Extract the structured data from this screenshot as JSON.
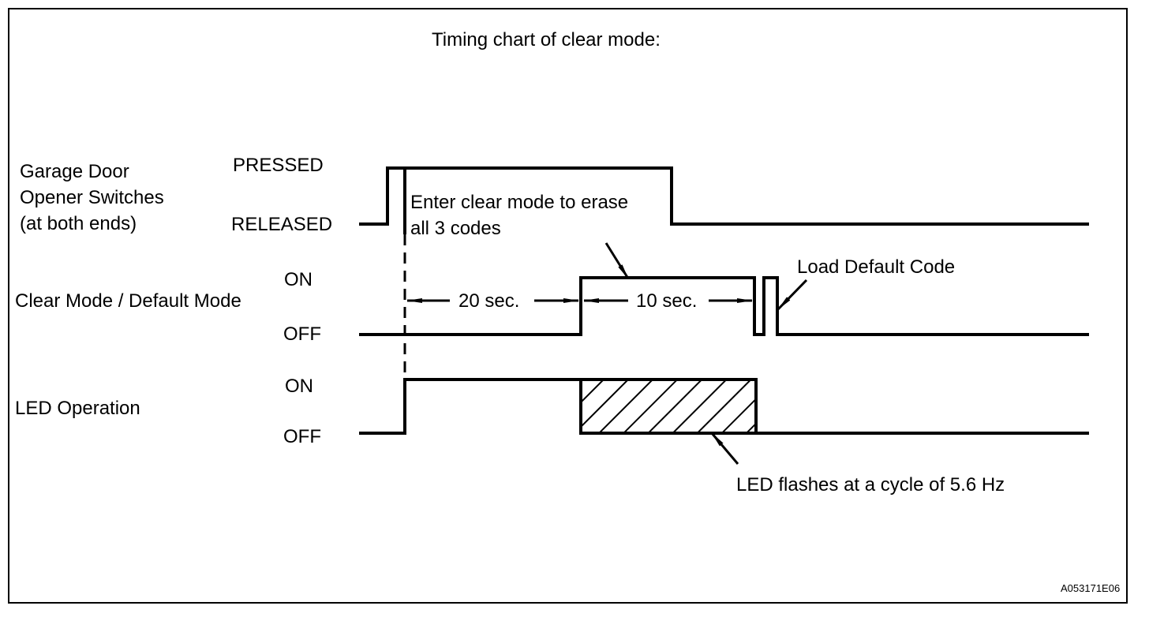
{
  "title": "Timing chart of clear mode:",
  "figure_code": "A053171E06",
  "signals": [
    {
      "name": "Garage Door\nOpener Switches\n(at both ends)",
      "high_label": "PRESSED",
      "low_label": "RELEASED",
      "transitions": [
        "rise",
        "fall"
      ]
    },
    {
      "name": "Clear Mode / Default Mode",
      "high_label": "ON",
      "low_label": "OFF",
      "transitions": [
        "rise",
        "fall",
        "rise",
        "fall"
      ]
    },
    {
      "name": "LED Operation",
      "high_label": "ON",
      "low_label": "OFF",
      "transitions": [
        "rise",
        "flashing",
        "fall"
      ]
    }
  ],
  "annotations": {
    "enter_clear_mode": "Enter clear mode to erase\nall 3 codes",
    "interval_1": "20 sec.",
    "interval_2": "10 sec.",
    "load_default": "Load Default Code",
    "led_flash": "LED flashes at a cycle of 5.6 Hz"
  },
  "colors": {
    "line": "#000000",
    "background": "#ffffff"
  }
}
